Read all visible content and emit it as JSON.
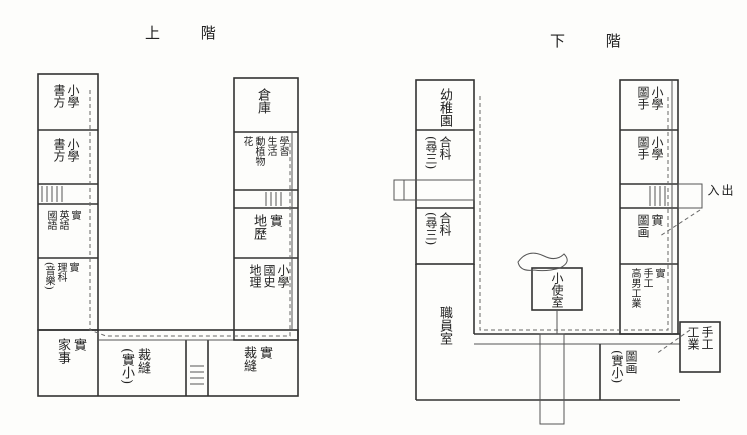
{
  "titles": {
    "upper": "上 階",
    "lower": "下 階"
  },
  "upper": {
    "rooms": {
      "r1": "小學\n書方",
      "r2": "小學\n書方",
      "r3": "實\n英語\n國語",
      "r4": "實\n理科\n(音樂)",
      "r5": "實\n家事",
      "r6": "裁縫\n(實小)",
      "r7": "實\n裁縫",
      "r8": "倉庫",
      "r9": "學習\n生活\n動植物\n花",
      "r10": "實\n地歷",
      "r11": "小學\n國史\n地理"
    }
  },
  "lower": {
    "rooms": {
      "r1": "幼稚園",
      "r2": "合科\n(尋三)",
      "r3": "合科\n(尋三)",
      "r4": "職員室",
      "r5": "小使室",
      "r6": "小學\n圖手",
      "r7": "小學\n圖手",
      "r8": "實\n圖画",
      "r9": "實\n手工\n高男工業",
      "r10": "圖画\n(實小)",
      "r11": "手工\n工業"
    },
    "entrance": "出\n入"
  }
}
